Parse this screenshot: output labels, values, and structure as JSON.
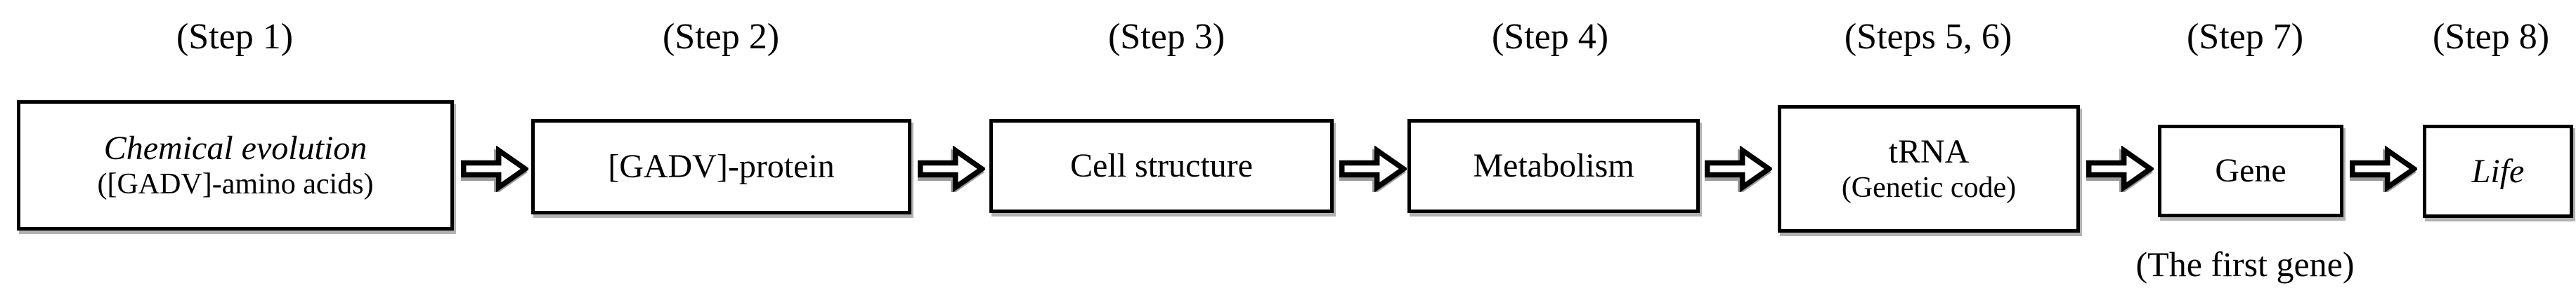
{
  "figure": {
    "type": "flow-diagram",
    "direction": "left-to-right",
    "colors": {
      "background": "#ffffff",
      "ink": "#000000",
      "box_fill": "#ffffff",
      "arrow_fill": "#ffffff",
      "shadow": "#9a9a9a"
    },
    "steps": [
      {
        "label": "(Step 1)",
        "line1": "Chemical evolution",
        "line2": "([GADV]-amino acids)"
      },
      {
        "label": "(Step 2)",
        "line1": "[GADV]-protein"
      },
      {
        "label": "(Step 3)",
        "line1": "Cell structure"
      },
      {
        "label": "(Step 4)",
        "line1": "Metabolism"
      },
      {
        "label": "(Steps 5, 6)",
        "line1": "tRNA",
        "line2": "(Genetic code)"
      },
      {
        "label": "(Step 7)",
        "line1": "Gene",
        "caption": "(The first gene)"
      },
      {
        "label": "(Step 8)",
        "line1": "Life"
      }
    ],
    "arrow_icon": "right-block-arrow",
    "arrow_count": 6
  }
}
